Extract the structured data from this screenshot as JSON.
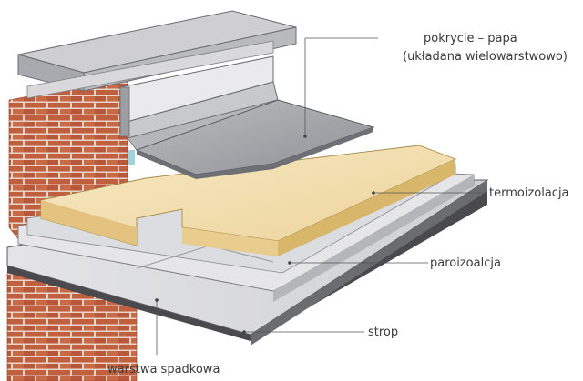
{
  "labels": {
    "roofing_line1": "pokrycie – papa",
    "roofing_line2": "(układana wielowarstwowo)",
    "thermal": "termoizolacja",
    "vapor": "paroizoalcja",
    "slab": "strop",
    "slope": "warstwa spadkowa"
  },
  "colors": {
    "brick": "#c0603f",
    "mortar": "#e9d5c8",
    "concrete": "#d9d9dc",
    "insulation": "#f4e3b6",
    "roofing": "#a9a9ad",
    "flashing": "#c7c9cc",
    "slab_edge": "#4a4a4e"
  }
}
